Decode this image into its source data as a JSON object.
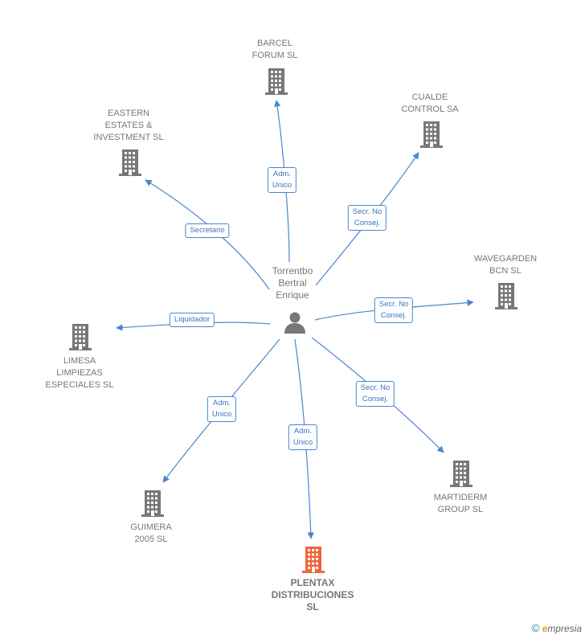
{
  "center": {
    "name": "Torrentbo\nBertral\nEnrique",
    "icon": "person-icon"
  },
  "nodes": [
    {
      "id": "barcel",
      "label": "BARCEL\nFORUM SL",
      "highlight": false
    },
    {
      "id": "cualde",
      "label": "CUALDE\nCONTROL SA",
      "highlight": false
    },
    {
      "id": "eastern",
      "label": "EASTERN\nESTATES &\nINVESTMENT SL",
      "highlight": false
    },
    {
      "id": "wavegarden",
      "label": "WAVEGARDEN\nBCN SL",
      "highlight": false
    },
    {
      "id": "limesa",
      "label": "LIMESA\nLIMPIEZAS\nESPECIALES SL",
      "highlight": false
    },
    {
      "id": "martiderm",
      "label": "MARTIDERM\nGROUP SL",
      "highlight": false
    },
    {
      "id": "guimera",
      "label": "GUIMERA\n2005 SL",
      "highlight": false
    },
    {
      "id": "plentax",
      "label": "PLENTAX\nDISTRIBUCIONES\nSL",
      "highlight": true
    }
  ],
  "edges": [
    {
      "to": "barcel",
      "role": "Adm.\nUnico"
    },
    {
      "to": "cualde",
      "role": "Secr.  No\nConsej."
    },
    {
      "to": "eastern",
      "role": "Secretario"
    },
    {
      "to": "wavegarden",
      "role": "Secr.  No\nConsej."
    },
    {
      "to": "limesa",
      "role": "Liquidador"
    },
    {
      "to": "martiderm",
      "role": "Secr.  No\nConsej."
    },
    {
      "to": "guimera",
      "role": "Adm.\nUnico"
    },
    {
      "to": "plentax",
      "role": "Adm.\nUnico"
    }
  ],
  "colors": {
    "edge": "#4a86d0",
    "building": "#777777",
    "highlight": "#f0643c"
  },
  "brand": {
    "copyright": "©",
    "name_initial": "e",
    "name_rest": "mpresia"
  }
}
